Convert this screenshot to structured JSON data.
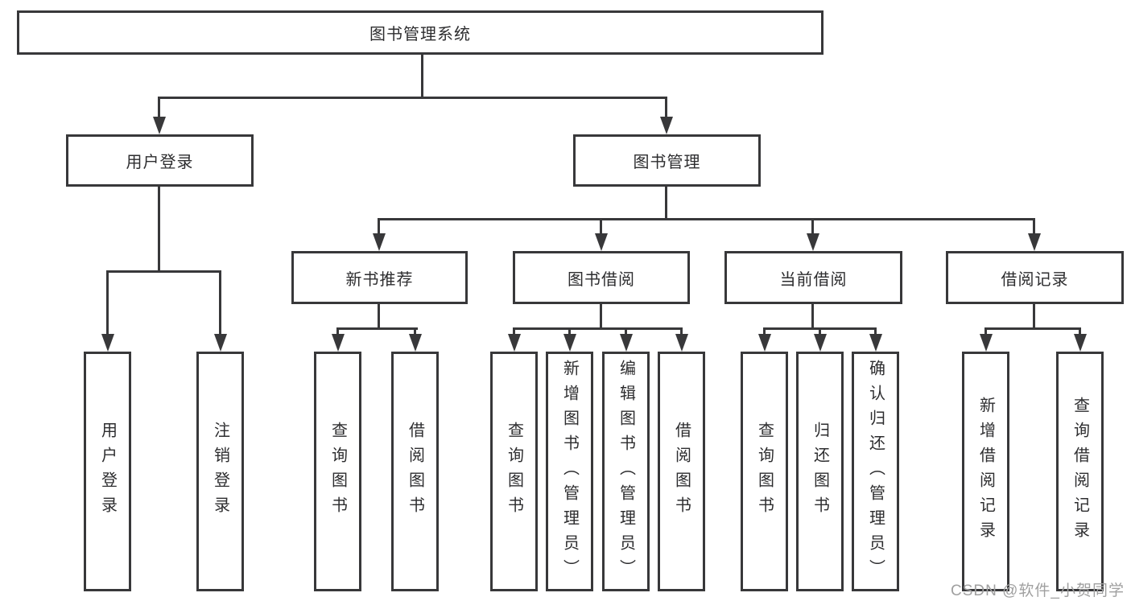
{
  "tree": {
    "label": "图书管理系统",
    "children": [
      {
        "label": "用户登录",
        "children": [
          {
            "label": "用户登录"
          },
          {
            "label": "注销登录"
          }
        ]
      },
      {
        "label": "图书管理",
        "children": [
          {
            "label": "新书推荐",
            "children": [
              {
                "label": "查询图书"
              },
              {
                "label": "借阅图书"
              }
            ]
          },
          {
            "label": "图书借阅",
            "children": [
              {
                "label": "查询图书"
              },
              {
                "label": "新增图书（管理员）"
              },
              {
                "label": "编辑图书（管理员）"
              },
              {
                "label": "借阅图书"
              }
            ]
          },
          {
            "label": "当前借阅",
            "children": [
              {
                "label": "查询图书"
              },
              {
                "label": "归还图书"
              },
              {
                "label": "确认归还（管理员）"
              }
            ]
          },
          {
            "label": "借阅记录",
            "children": [
              {
                "label": "新增借阅记录"
              },
              {
                "label": "查询借阅记录"
              }
            ]
          }
        ]
      }
    ]
  },
  "watermark": {
    "text": "CSDN @软件_小贺同学"
  },
  "colors": {
    "line": "#38383a",
    "text": "#2d2d2f",
    "watermark": "#a0a0a0",
    "background": "#ffffff"
  }
}
